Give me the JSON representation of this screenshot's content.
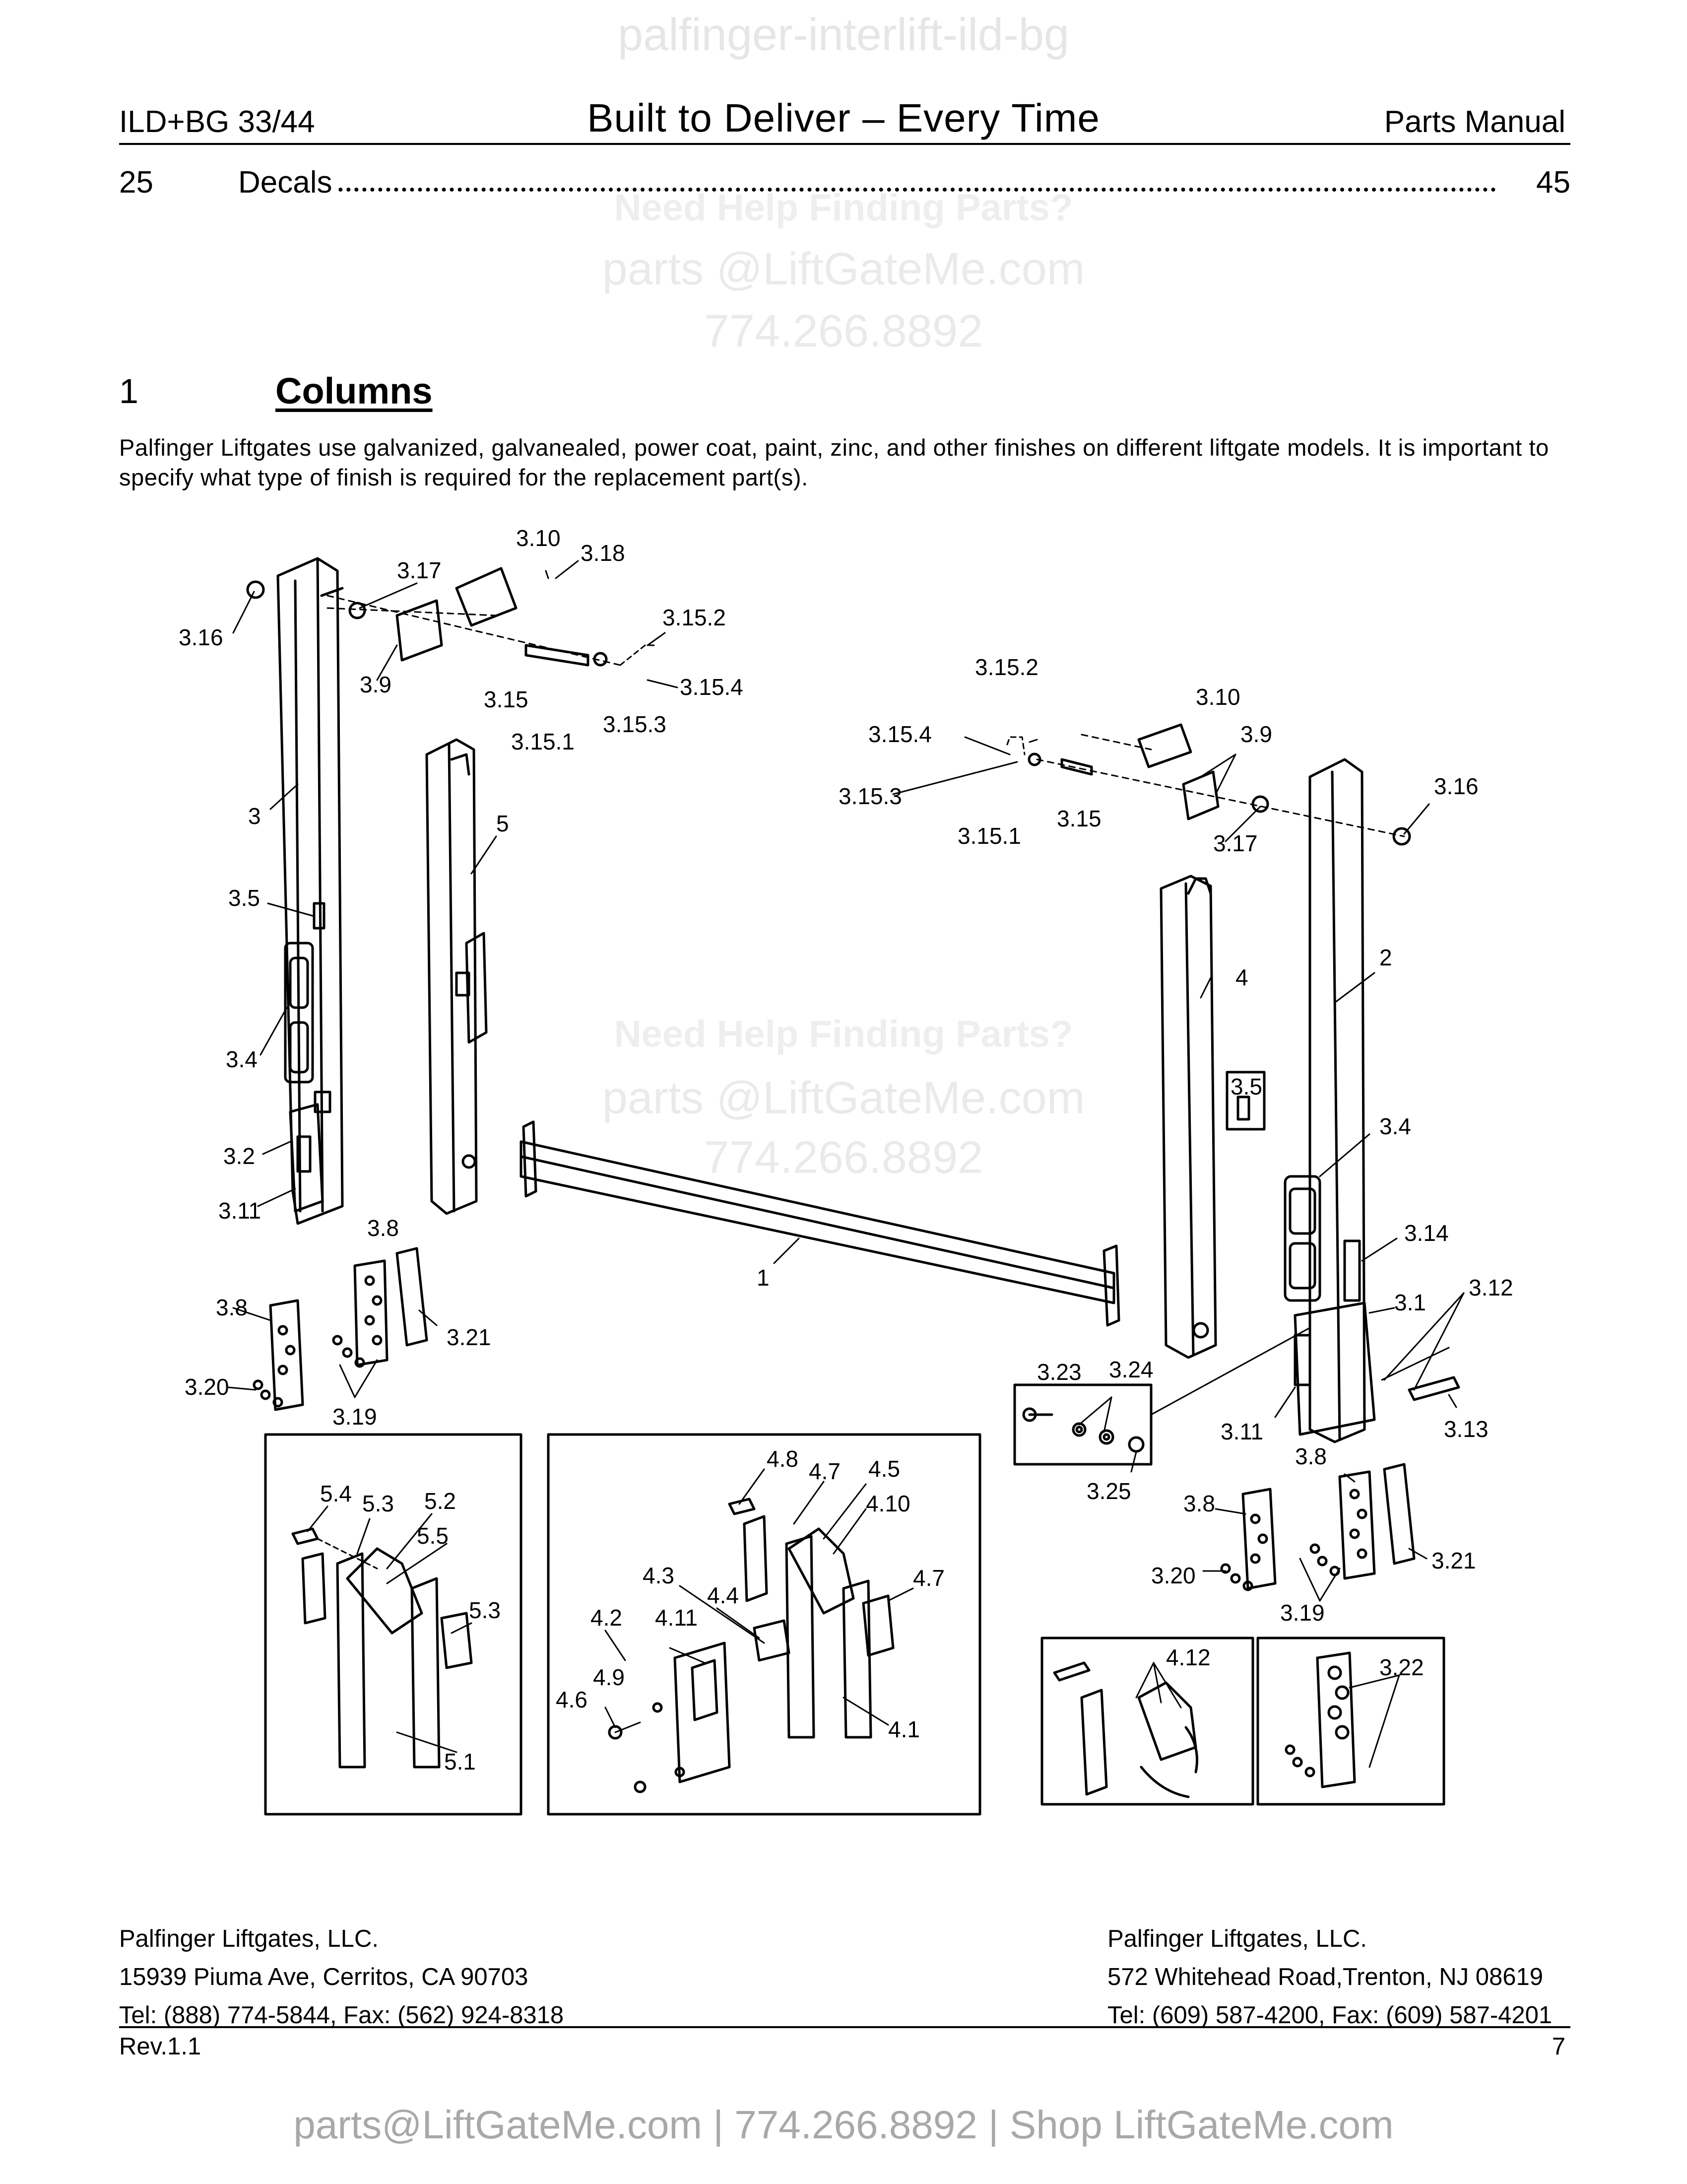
{
  "watermark": {
    "top": "palfinger-interlift-ild-bg",
    "help": "Need Help Finding Parts?",
    "email": "parts @LiftGateMe.com",
    "phone": "774.266.8892"
  },
  "header": {
    "left": "ILD+BG 33/44",
    "center": "Built to Deliver – Every Time",
    "right": "Parts Manual"
  },
  "toc": {
    "number": "25",
    "title": "Decals",
    "page": "45"
  },
  "section": {
    "number": "1",
    "title": "Columns",
    "intro": "Palfinger Liftgates use galvanized, galvanealed, power coat, paint, zinc, and other finishes on different liftgate models. It is important to specify what type of finish is required for the replacement part(s)."
  },
  "callouts": {
    "left_assembly": [
      "3.10",
      "3.18",
      "3.17",
      "3.16",
      "3.15.2",
      "3.9",
      "3.15",
      "3.15.4",
      "3.15.1",
      "3.15.3",
      "3",
      "5",
      "3.5",
      "3.4",
      "3.2",
      "3.11",
      "3.8",
      "3.8",
      "3.21",
      "3.20",
      "3.19"
    ],
    "right_assembly": [
      "3.15.2",
      "3.10",
      "3.15.4",
      "3.9",
      "3.15.3",
      "3.15.1",
      "3.15",
      "3.17",
      "3.16",
      "2",
      "4",
      "3.5",
      "3.4",
      "3.14",
      "3.1",
      "3.12",
      "3.23",
      "3.24",
      "3.25",
      "3.11",
      "3.13",
      "3.8",
      "3.8",
      "3.21",
      "3.20",
      "3.19"
    ],
    "center": [
      "1"
    ],
    "inset_column5": [
      "5.4",
      "5.3",
      "5.2",
      "5.5",
      "5.3",
      "5.1"
    ],
    "inset_column4": [
      "4.8",
      "4.7",
      "4.5",
      "4.10",
      "4.3",
      "4.4",
      "4.7",
      "4.2",
      "4.11",
      "4.9",
      "4.6",
      "4.1"
    ],
    "inset_412": [
      "4.12"
    ],
    "inset_322": [
      "3.22"
    ]
  },
  "footer": {
    "left": [
      "Palfinger Liftgates, LLC.",
      "15939 Piuma Ave, Cerritos, CA 90703",
      "Tel: (888) 774-5844, Fax: (562) 924-8318"
    ],
    "right": [
      "Palfinger Liftgates, LLC.",
      "572 Whitehead Road,Trenton, NJ 08619",
      "Tel: (609) 587-4200, Fax: (609) 587-4201"
    ],
    "rev": "Rev.1.1",
    "page": "7",
    "bottom_watermark": "parts@LiftGateMe.com | 774.266.8892 | Shop LiftGateMe.com"
  }
}
